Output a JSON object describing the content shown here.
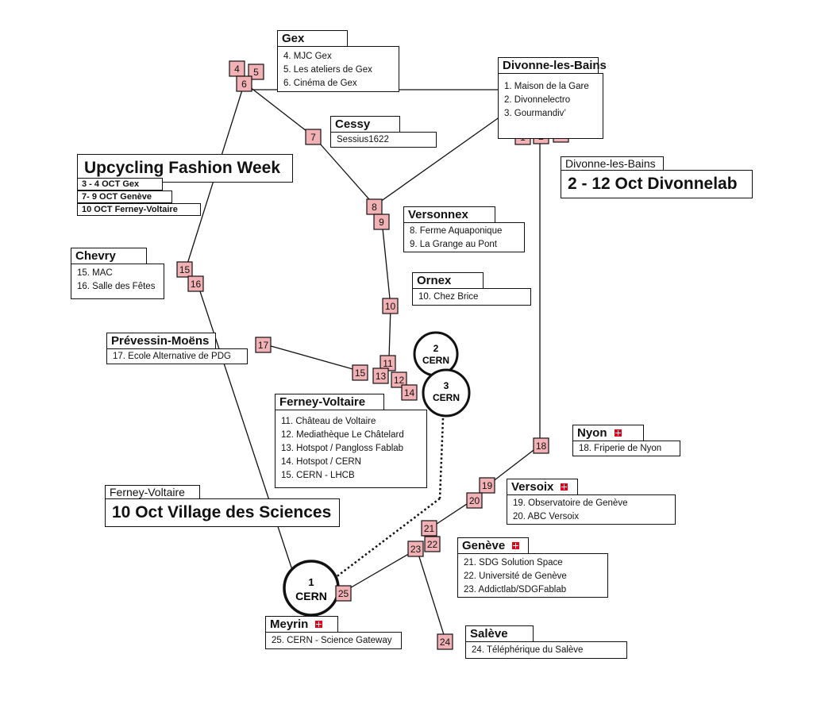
{
  "nodes": [
    {
      "num": "1"
    },
    {
      "num": "2"
    },
    {
      "num": "3"
    },
    {
      "num": "4"
    },
    {
      "num": "5"
    },
    {
      "num": "6"
    },
    {
      "num": "7"
    },
    {
      "num": "8"
    },
    {
      "num": "9"
    },
    {
      "num": "10"
    },
    {
      "num": "11"
    },
    {
      "num": "12"
    },
    {
      "num": "13"
    },
    {
      "num": "14"
    },
    {
      "num": "15"
    },
    {
      "num": "15"
    },
    {
      "num": "16"
    },
    {
      "num": "17"
    },
    {
      "num": "18"
    },
    {
      "num": "19"
    },
    {
      "num": "20"
    },
    {
      "num": "21"
    },
    {
      "num": "22"
    },
    {
      "num": "23"
    },
    {
      "num": "24"
    },
    {
      "num": "25"
    }
  ],
  "circles": [
    {
      "num": "1",
      "label": "CERN"
    },
    {
      "num": "2",
      "label": "CERN"
    },
    {
      "num": "3",
      "label": "CERN"
    }
  ],
  "locations": {
    "gex": {
      "name": "Gex",
      "items": [
        "4. MJC Gex",
        "5. Les ateliers de Gex",
        "6. Cinéma de Gex"
      ]
    },
    "divonne": {
      "name": "Divonne-les-Bains",
      "items": [
        "1. Maison de la Gare",
        "2. Divonnelectro",
        "3. Gourmandiv’"
      ]
    },
    "cessy": {
      "name": "Cessy",
      "items": [
        "Sessius1622"
      ]
    },
    "versonnex": {
      "name": "Versonnex",
      "items": [
        "8. Ferme Aquaponique",
        "9. La Grange au Pont"
      ]
    },
    "chevry": {
      "name": "Chevry",
      "items": [
        "15. MAC",
        "16. Salle des Fêtes"
      ]
    },
    "ornex": {
      "name": "Ornex",
      "items": [
        "10. Chez Brice"
      ]
    },
    "prevessin": {
      "name": "Prévessin-Moëns",
      "items": [
        "17. Ecole Alternative de PDG"
      ]
    },
    "ferney": {
      "name": "Ferney-Voltaire",
      "items": [
        "11. Château de Voltaire",
        "12. Mediathèque Le Châtelard",
        "13. Hotspot / Pangloss Fablab",
        "14. Hotspot / CERN",
        "15. CERN - LHCB"
      ]
    },
    "nyon": {
      "name": "Nyon",
      "items": [
        "18. Friperie de Nyon"
      ]
    },
    "versoix": {
      "name": "Versoix",
      "items": [
        "19. Observatoire de Genève",
        "20.  ABC Versoix"
      ]
    },
    "geneve": {
      "name": "Genève",
      "items": [
        "21. SDG Solution Space",
        "22. Université de Genève",
        "23. Addictlab/SDGFablab"
      ]
    },
    "meyrin": {
      "name": "Meyrin",
      "items": [
        "25. CERN - Science Gateway"
      ]
    },
    "saleve": {
      "name": "Salève",
      "items": [
        "24. Téléphérique du Salève"
      ]
    }
  },
  "events": {
    "upcycling": {
      "title": "Upcycling Fashion Week",
      "dates": [
        "3 - 4 OCT Gex",
        "7- 9  OCT Genève",
        "10  OCT Ferney-Voltaire"
      ]
    },
    "divonnelab": {
      "place": "Divonne-les-Bains",
      "title": "2 - 12 Oct Divonnelab"
    },
    "village": {
      "place": "Ferney-Voltaire",
      "title": "10 Oct Village des Sciences"
    }
  },
  "colors": {
    "node_fill": "#f1b1b5",
    "line": "#111111",
    "swiss_flag": "#e2001a"
  }
}
